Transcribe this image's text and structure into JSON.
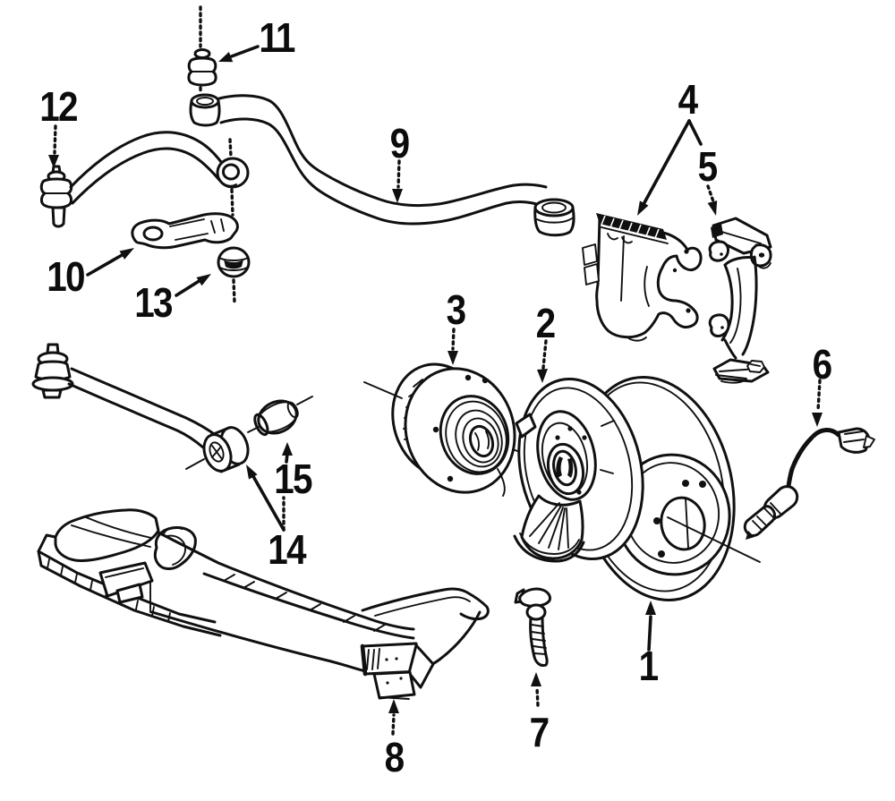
{
  "diagram": {
    "background_color": "#ffffff",
    "ink_color": "#101010",
    "callouts": [
      {
        "label": "1"
      },
      {
        "label": "2"
      },
      {
        "label": "3"
      },
      {
        "label": "4"
      },
      {
        "label": "5"
      },
      {
        "label": "6"
      },
      {
        "label": "7"
      },
      {
        "label": "8"
      },
      {
        "label": "9"
      },
      {
        "label": "10"
      },
      {
        "label": "11"
      },
      {
        "label": "12"
      },
      {
        "label": "13"
      },
      {
        "label": "14"
      },
      {
        "label": "15"
      }
    ]
  }
}
